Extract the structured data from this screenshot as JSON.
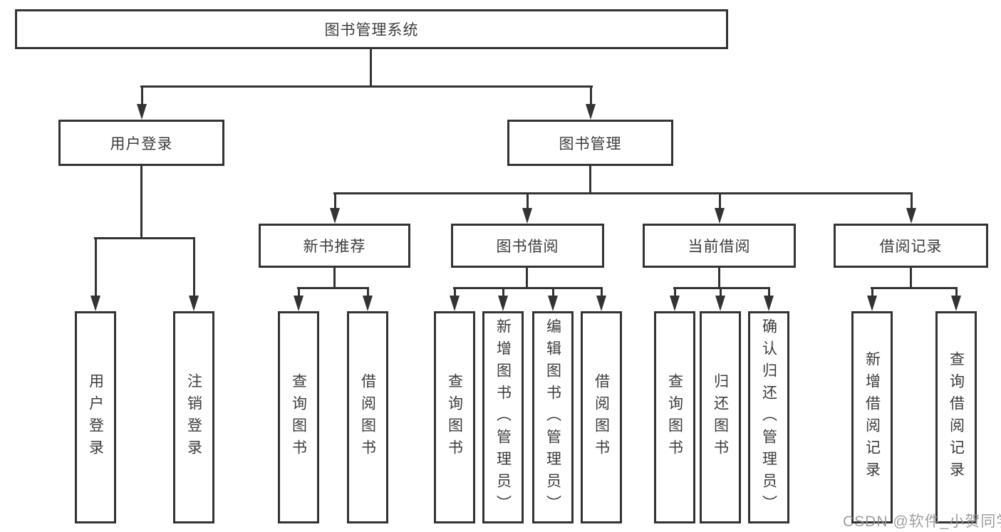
{
  "chart": {
    "root": {
      "label": "图书管理系统"
    },
    "level1": [
      {
        "id": "user-login",
        "label": "用户登录"
      },
      {
        "id": "book-mgmt",
        "label": "图书管理"
      }
    ],
    "level2": [
      {
        "id": "new-book-rec",
        "label": "新书推荐",
        "parent": "book-mgmt"
      },
      {
        "id": "book-borrow",
        "label": "图书借阅",
        "parent": "book-mgmt"
      },
      {
        "id": "current-borrow",
        "label": "当前借阅",
        "parent": "book-mgmt"
      },
      {
        "id": "borrow-records",
        "label": "借阅记录",
        "parent": "book-mgmt"
      }
    ],
    "leaves": [
      {
        "label": "用户登录",
        "parent": "user-login"
      },
      {
        "label": "注销登录",
        "parent": "user-login"
      },
      {
        "label": "查询图书",
        "parent": "new-book-rec"
      },
      {
        "label": "借阅图书",
        "parent": "new-book-rec"
      },
      {
        "label": "查询图书",
        "parent": "book-borrow"
      },
      {
        "label": "新增图书（管理员）",
        "parent": "book-borrow"
      },
      {
        "label": "编辑图书（管理员）",
        "parent": "book-borrow"
      },
      {
        "label": "借阅图书",
        "parent": "book-borrow"
      },
      {
        "label": "查询图书",
        "parent": "current-borrow"
      },
      {
        "label": "归还图书",
        "parent": "current-borrow"
      },
      {
        "label": "确认归还（管理员）",
        "parent": "current-borrow"
      },
      {
        "label": "新增借阅记录",
        "parent": "borrow-records"
      },
      {
        "label": "查询借阅记录",
        "parent": "borrow-records"
      }
    ]
  },
  "watermark": {
    "text": "CSDN @软件_小贺同学"
  },
  "colors": {
    "line": "#333333",
    "text": "#3c3c3c",
    "background": "#ffffff",
    "watermark": "#949494"
  }
}
